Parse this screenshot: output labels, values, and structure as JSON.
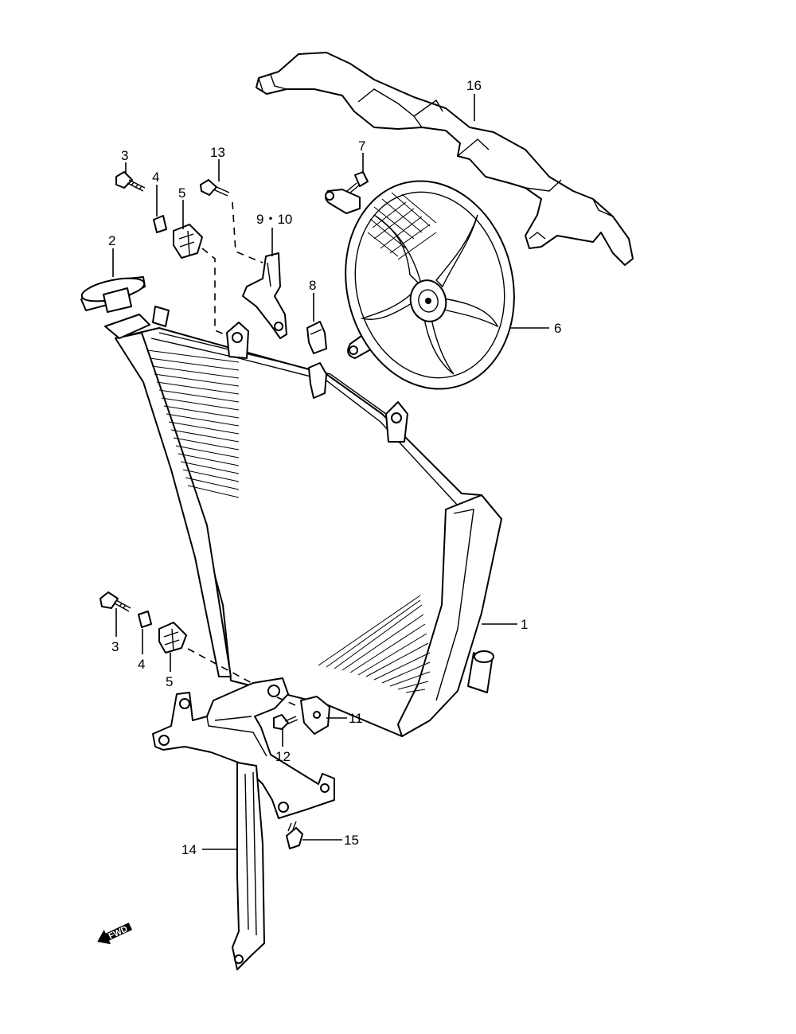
{
  "diagram": {
    "callouts": {
      "c1": "1",
      "c2": "2",
      "c3_top": "3",
      "c3_bottom": "3",
      "c4_top": "4",
      "c4_bottom": "4",
      "c5_top": "5",
      "c5_bottom": "5",
      "c6": "6",
      "c7": "7",
      "c8": "8",
      "c9_10": "9・10",
      "c11": "11",
      "c12": "12",
      "c13": "13",
      "c14": "14",
      "c15": "15",
      "c16": "16"
    },
    "direction_badge": {
      "label": "FWD",
      "icon": "forward-arrow-icon"
    }
  }
}
